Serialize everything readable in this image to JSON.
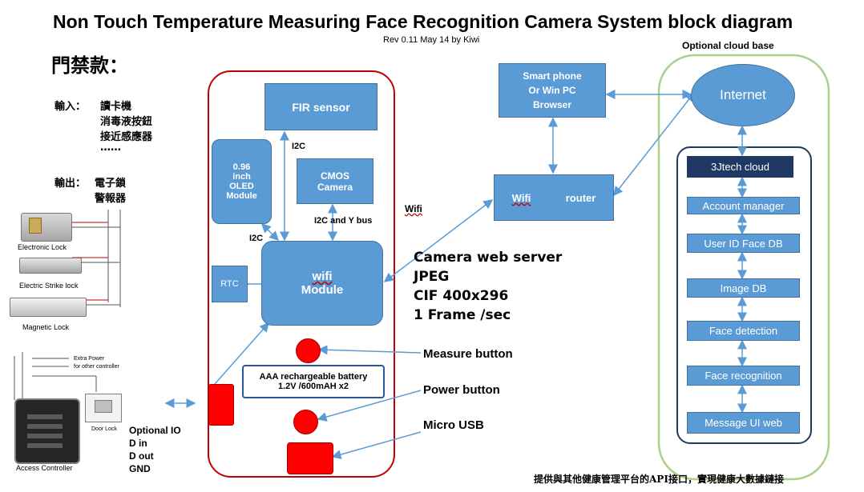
{
  "title": "Non Touch Temperature Measuring Face Recognition Camera System block diagram",
  "revision": "Rev 0.11  May 14 by Kiwi",
  "cloud_base_label": "Optional cloud base",
  "access_title": "門禁款：",
  "inputs": {
    "label": "輸入：",
    "items": [
      "讀卡機",
      "消毒液按鈕",
      "接近感應器",
      "……"
    ]
  },
  "outputs": {
    "label": "輸出：",
    "items": [
      "電子鎖",
      "警報器"
    ]
  },
  "device_photos": {
    "electronic_lock": "Electronic Lock",
    "electric_strike": "Electric Strike lock",
    "magnetic_lock": "Magnetic Lock",
    "extra_power": "Extra Power",
    "other_controller": "for other controller",
    "door_lock": "Door Lock",
    "access_controller": "Access Controller"
  },
  "device": {
    "fir_sensor": "FIR sensor",
    "oled": [
      "0.96",
      "inch",
      "OLED",
      "Module"
    ],
    "cmos": [
      "CMOS",
      "Camera"
    ],
    "wifi_module": [
      "wifi",
      "Module"
    ],
    "rtc": "RTC",
    "battery": [
      "AAA rechargeable battery",
      "1.2V /600mAH x2"
    ],
    "i2c_top": "I2C",
    "i2c_left": "I2C",
    "i2c_ybus": "I2C  and Y bus"
  },
  "server_info": [
    "Camera web server",
    "JPEG",
    "CIF 400x296",
    "1 Frame /sec"
  ],
  "buttons": {
    "measure": "Measure button",
    "power": "Power button",
    "usb": "Micro USB"
  },
  "optional_io": [
    "Optional IO",
    "D in",
    "D out",
    "GND"
  ],
  "wifi_label": "Wifi",
  "smartphone": [
    "Smart phone",
    "Or Win PC",
    "Browser"
  ],
  "router": {
    "wifi": "Wifi",
    "router": "router"
  },
  "internet": "Internet",
  "cloud_items": [
    "3Jtech cloud",
    "Account manager",
    "User ID Face DB",
    "Image DB",
    "Face detection",
    "Face recognition",
    "Message UI web"
  ],
  "footer": "提供與其他健康管理平台的API接口，實現健康大數據鏈接"
}
